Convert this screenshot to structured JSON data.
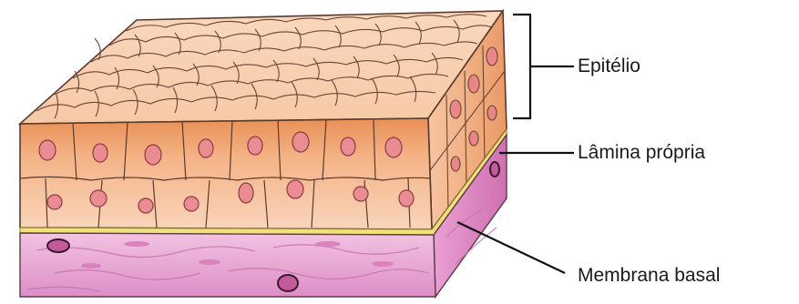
{
  "labels": {
    "epitelio": "Epitélio",
    "lamina_propria": "Lâmina própria",
    "membrana_basal": "Membrana basal"
  },
  "colors": {
    "epithelium_fill": "#f4a877",
    "epithelium_top": "#f7c9a6",
    "cell_line": "#5a3a2a",
    "nucleus": "#e8868a",
    "basement_membrane": "#f2e07a",
    "lamina_fill": "#e8a0d0",
    "lamina_dark": "#d27bb9",
    "label_lines": "#111111"
  }
}
